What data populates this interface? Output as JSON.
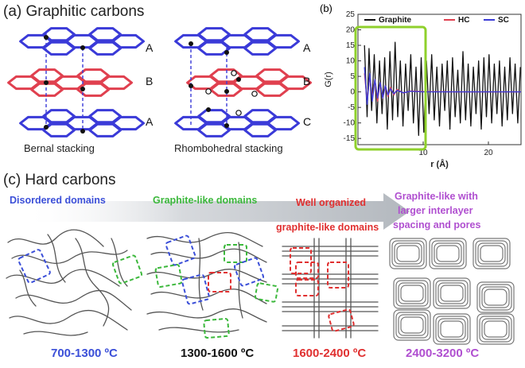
{
  "panel_a": {
    "title": "(a) Graphitic carbons",
    "bernal": {
      "layers": [
        "A",
        "B",
        "A"
      ],
      "caption": "Bernal stacking"
    },
    "rhombo": {
      "layers": [
        "A",
        "B",
        "C"
      ],
      "caption": "Rhombohedral stacking"
    }
  },
  "panel_b": {
    "label": "(b)",
    "chart_data": {
      "type": "line",
      "xlabel": "r (Å)",
      "ylabel": "G(r)",
      "xlim": [
        0,
        25
      ],
      "ylim": [
        -17,
        25
      ],
      "x_ticks": [
        10,
        20
      ],
      "y_ticks": [
        25,
        20,
        15,
        10,
        5,
        0,
        -5,
        -10,
        -15
      ],
      "series": [
        {
          "name": "Graphite",
          "color": "#111111",
          "x": [
            1.0,
            1.4,
            1.7,
            2.1,
            2.5,
            2.9,
            3.3,
            3.7,
            4.1,
            4.5,
            4.9,
            5.3,
            5.7,
            6.1,
            6.5,
            6.9,
            7.3,
            7.7,
            8.1,
            8.5,
            8.9,
            9.3,
            9.7,
            10.1,
            10.5,
            10.9,
            11.3,
            11.7,
            12.1,
            12.5,
            12.9,
            13.3,
            13.7,
            14.1,
            14.5,
            14.9,
            15.3,
            15.7,
            16.1,
            16.5,
            16.9,
            17.3,
            17.7,
            18.1,
            18.5,
            18.9,
            19.3,
            19.7,
            20.1,
            20.5,
            20.9,
            21.3,
            21.7,
            22.1,
            22.5,
            22.9,
            23.3,
            23.7,
            24.1,
            24.5,
            24.9
          ],
          "y": [
            15,
            -8,
            14,
            -6,
            12,
            -10,
            10,
            -7,
            11,
            -12,
            13,
            -9,
            16,
            -8,
            10,
            -11,
            9,
            -6,
            12,
            -10,
            8,
            -14,
            11,
            -13,
            10,
            -7,
            12,
            -9,
            8,
            -11,
            9,
            -6,
            10,
            -12,
            11,
            -8,
            7,
            -10,
            13,
            -9,
            9,
            -11,
            8,
            -7,
            10,
            -12,
            11,
            -8,
            12,
            -10,
            9,
            -7,
            10,
            -11,
            8,
            -9,
            11,
            -7,
            9,
            -10,
            8
          ]
        },
        {
          "name": "HC",
          "color": "#e0404f",
          "x": [
            1.0,
            1.4,
            1.8,
            2.2,
            2.6,
            3.0,
            3.4,
            3.8,
            4.2,
            4.6,
            5.0,
            5.5,
            6.0,
            7,
            8,
            10,
            15,
            20,
            25
          ],
          "y": [
            6,
            -3,
            5,
            -2,
            4,
            -3,
            3,
            -2,
            2,
            -1.5,
            1.5,
            -1,
            0.8,
            -0.4,
            0.3,
            0.1,
            0,
            0,
            0
          ]
        },
        {
          "name": "SC",
          "color": "#3b3bd6",
          "x": [
            1.0,
            1.4,
            1.8,
            2.2,
            2.6,
            3.0,
            3.4,
            3.8,
            4.2,
            4.6,
            5.0,
            5.5,
            6.0,
            7,
            8,
            10,
            15,
            20,
            25
          ],
          "y": [
            8,
            -4,
            6,
            -3,
            4,
            -2,
            3,
            -2,
            2,
            -1,
            1,
            -0.6,
            0.5,
            -0.3,
            0.2,
            0,
            0,
            0,
            0
          ]
        }
      ]
    }
  },
  "panel_c": {
    "title": "(c) Hard carbons",
    "domains": [
      {
        "text": "Disordered domains",
        "color": "#3b4fd8"
      },
      {
        "text": "Graphite-like domains",
        "color": "#3cb83c"
      },
      {
        "text": "Well organized",
        "color": "#e03030"
      },
      {
        "text": "graphite-like domains",
        "color": "#e03030"
      },
      {
        "text": "Graphite-like with",
        "color": "#b04fd0"
      },
      {
        "text": "larger interlayer",
        "color": "#b04fd0"
      },
      {
        "text": "spacing and pores",
        "color": "#b04fd0"
      }
    ],
    "temps": [
      {
        "text": "700-1300 ºC",
        "color": "#3b4fd8"
      },
      {
        "text": "1300-1600 ºC",
        "color": "#111111"
      },
      {
        "text": "1600-2400 ºC",
        "color": "#e03030"
      },
      {
        "text": "2400-3200 ºC",
        "color": "#b04fd0"
      }
    ]
  }
}
